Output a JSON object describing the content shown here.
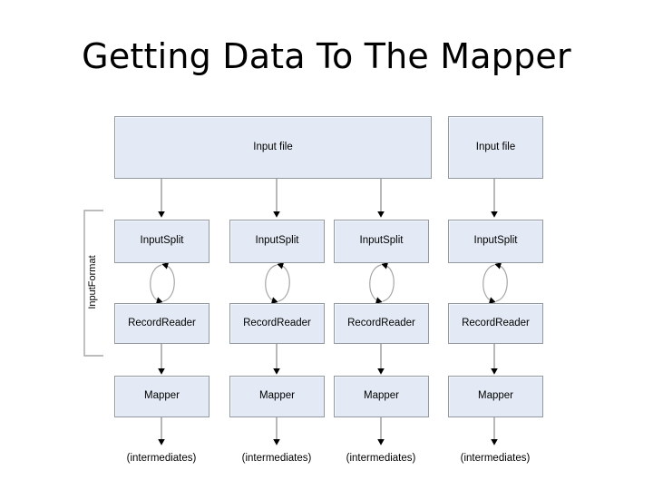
{
  "slide": {
    "title": "Getting Data To The Mapper",
    "background_color": "#ffffff"
  },
  "theme": {
    "node_fill": "#e3eaf5",
    "node_border": "#9298a0",
    "connector_color": "#a6a6a6",
    "arrowhead_color": "#000000",
    "text_color": "#000000"
  },
  "diagram": {
    "type": "flowchart",
    "group_bracket": {
      "label": "InputFormat",
      "covers_rows": [
        "InputSplit",
        "RecordReader"
      ]
    },
    "input_files": [
      {
        "label": "Input file",
        "spans_columns": 3
      },
      {
        "label": "Input file",
        "spans_columns": 1
      }
    ],
    "rows": [
      {
        "name": "inputsplit-row",
        "nodes": [
          {
            "label": "InputSplit"
          },
          {
            "label": "InputSplit"
          },
          {
            "label": "InputSplit"
          },
          {
            "label": "InputSplit"
          }
        ]
      },
      {
        "name": "recordreader-row",
        "nodes": [
          {
            "label": "RecordReader"
          },
          {
            "label": "RecordReader"
          },
          {
            "label": "RecordReader"
          },
          {
            "label": "RecordReader"
          }
        ]
      },
      {
        "name": "mapper-row",
        "nodes": [
          {
            "label": "Mapper"
          },
          {
            "label": "Mapper"
          },
          {
            "label": "Mapper"
          },
          {
            "label": "Mapper"
          }
        ]
      }
    ],
    "outputs": [
      {
        "label": "(intermediates)"
      },
      {
        "label": "(intermediates)"
      },
      {
        "label": "(intermediates)"
      },
      {
        "label": "(intermediates)"
      }
    ],
    "edges": [
      {
        "from": "Input file",
        "to": "InputSplit",
        "style": "arrow-down"
      },
      {
        "from": "InputSplit",
        "to": "RecordReader",
        "style": "bidirectional-loop"
      },
      {
        "from": "RecordReader",
        "to": "Mapper",
        "style": "arrow-down"
      },
      {
        "from": "Mapper",
        "to": "(intermediates)",
        "style": "arrow-down"
      }
    ]
  }
}
